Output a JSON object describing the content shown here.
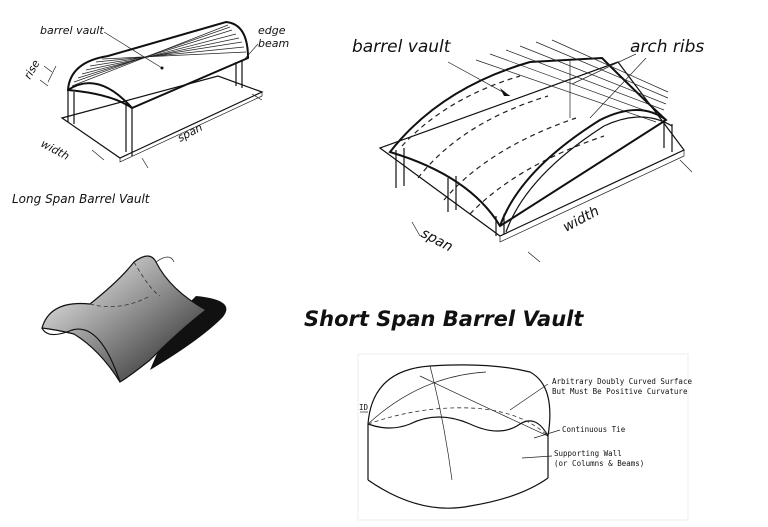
{
  "fig1": {
    "caption": "Long Span Barrel Vault",
    "labels": {
      "barrel_vault": "barrel vault",
      "edge_beam_1": "edge",
      "edge_beam_2": "beam",
      "rise": "rise",
      "width": "width",
      "span": "span"
    }
  },
  "fig2": {
    "caption": "Short Span Barrel Vault",
    "labels": {
      "barrel_vault": "barrel vault",
      "arch_ribs": "arch ribs",
      "width": "width",
      "span": "span"
    }
  },
  "fig4": {
    "labels": {
      "surface_1": "Arbitrary Doubly Curved Surface",
      "surface_2": "But Must Be Positive Curvature",
      "tie": "Continuous Tie",
      "wall_1": "Supporting Wall",
      "wall_2": "(or Columns & Beams)",
      "edge_mark": "ID"
    }
  }
}
